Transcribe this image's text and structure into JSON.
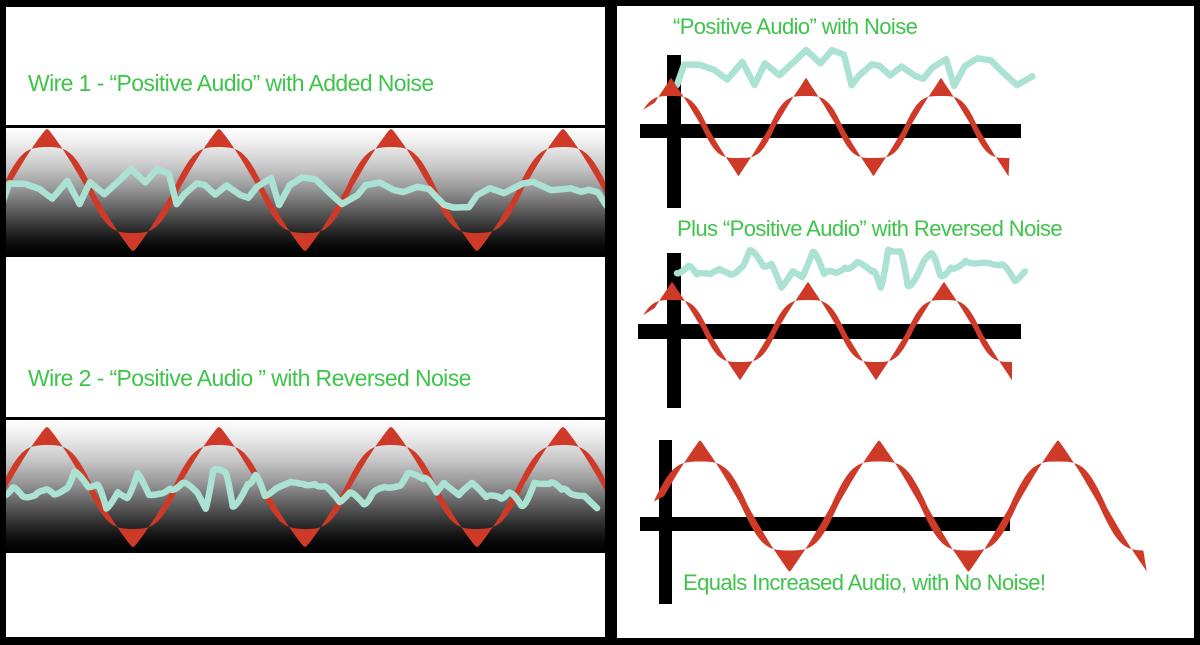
{
  "colors": {
    "canvas_background": "#000000",
    "panel_background": "#ffffff",
    "label_green": "#3ec44a",
    "audio_wave_red": "#ce3a27",
    "noise_wave_teal": "#abe2d3",
    "axis_black": "#000000"
  },
  "left_panel": {
    "wire1": {
      "label": "Wire 1 - “Positive Audio” with Added Noise",
      "signals": [
        "positive-audio-sine",
        "added-noise-scribble"
      ]
    },
    "wire2": {
      "label": "Wire 2 - “Positive Audio ” with Reversed Noise",
      "signals": [
        "positive-audio-sine",
        "reversed-noise-scribble"
      ]
    }
  },
  "right_panel": {
    "step1": {
      "label": "“Positive Audio” with Noise",
      "signals": [
        "positive-audio-sine",
        "noise-scribble"
      ]
    },
    "step2": {
      "label": "Plus “Positive Audio” with Reversed Noise",
      "signals": [
        "positive-audio-sine",
        "reversed-noise-scribble"
      ]
    },
    "step3": {
      "label": "Equals Increased Audio, with No Noise!",
      "signals": [
        "doubled-audio-sine-no-noise"
      ]
    }
  }
}
